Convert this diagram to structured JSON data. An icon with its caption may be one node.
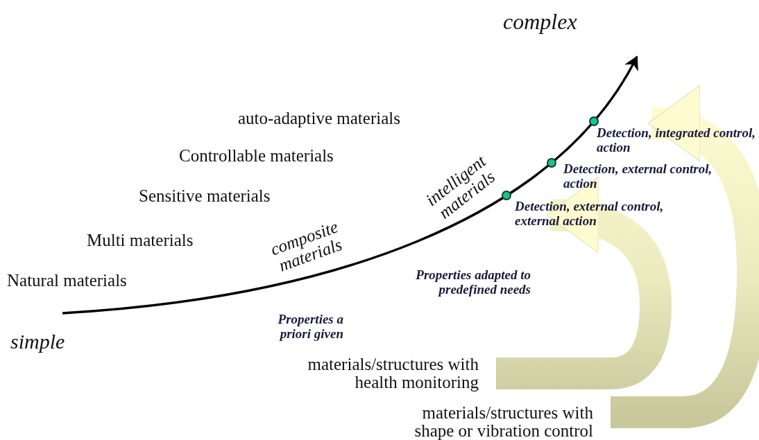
{
  "diagram": {
    "nodes": [
      {
        "text": [],
        "shape": "circle",
        "beside": [
          "Detection, external control, external action"
        ]
      },
      {
        "text": [],
        "shape": "circle",
        "beside": [
          "Detection, external control, action"
        ]
      },
      {
        "text": [],
        "shape": "circle",
        "beside": [
          "Detection, integrated control, action"
        ]
      },
      {
        "text": [
          "materials/structures with health monitoring"
        ]
      },
      {
        "text": [
          "materials/structures with shape or vibration control"
        ]
      }
    ],
    "edges": [
      {
        "from": 3,
        "to": 0,
        "arrow": "to",
        "style": "thick"
      },
      {
        "from": 4,
        "to": 2,
        "arrow": "to",
        "style": "thick"
      }
    ],
    "labels": [
      "complex",
      "auto-adaptive materials",
      "Controllable materials",
      "intelligent materials",
      "Sensitive materials",
      "Multi materials",
      "composite materials",
      "Natural materials",
      "Properties adapted to predefined needs",
      "simple",
      "Properties a priori given"
    ]
  }
}
